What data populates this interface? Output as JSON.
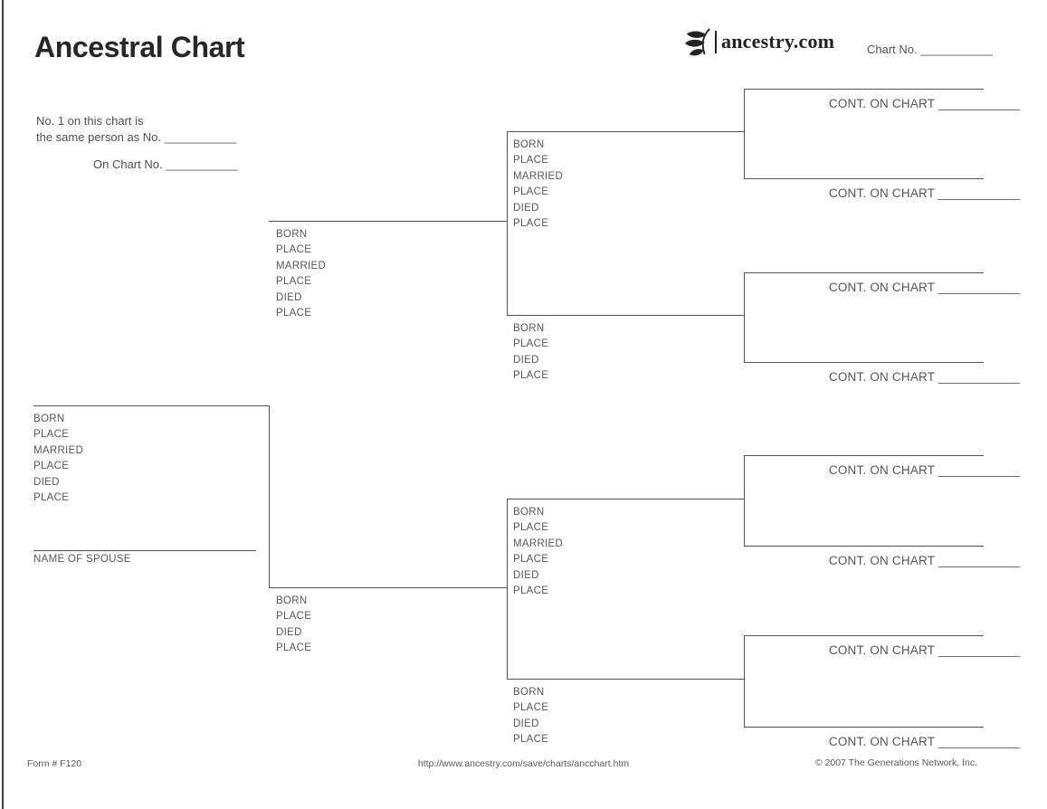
{
  "header": {
    "title": "Ancestral Chart",
    "logo_text": "ancestry.com",
    "chart_no_label": "Chart No.",
    "chart_no_blank": "___________"
  },
  "reference_note": {
    "line1": "No. 1 on this chart is",
    "line2": "the same person as No.",
    "line2_blank": "___________",
    "line3": "On Chart No.",
    "line3_blank": "___________"
  },
  "person_fields": {
    "full": [
      "BORN",
      "PLACE",
      "MARRIED",
      "PLACE",
      "DIED",
      "PLACE"
    ],
    "short": [
      "BORN",
      "PLACE",
      "DIED",
      "PLACE"
    ]
  },
  "spouse_label": "NAME OF SPOUSE",
  "continuations": {
    "label": "CONT. ON CHART",
    "blank": "____________",
    "count": 8
  },
  "footer": {
    "form_number": "Form # F120",
    "url": "http://www.ancestry.com/save/charts/ancchart.htm",
    "copyright": "© 2007 The Generations Network, Inc."
  },
  "colors": {
    "line": "#515255",
    "label_text": "#57585a",
    "title_text": "#29262a",
    "logo_text": "#242122"
  }
}
